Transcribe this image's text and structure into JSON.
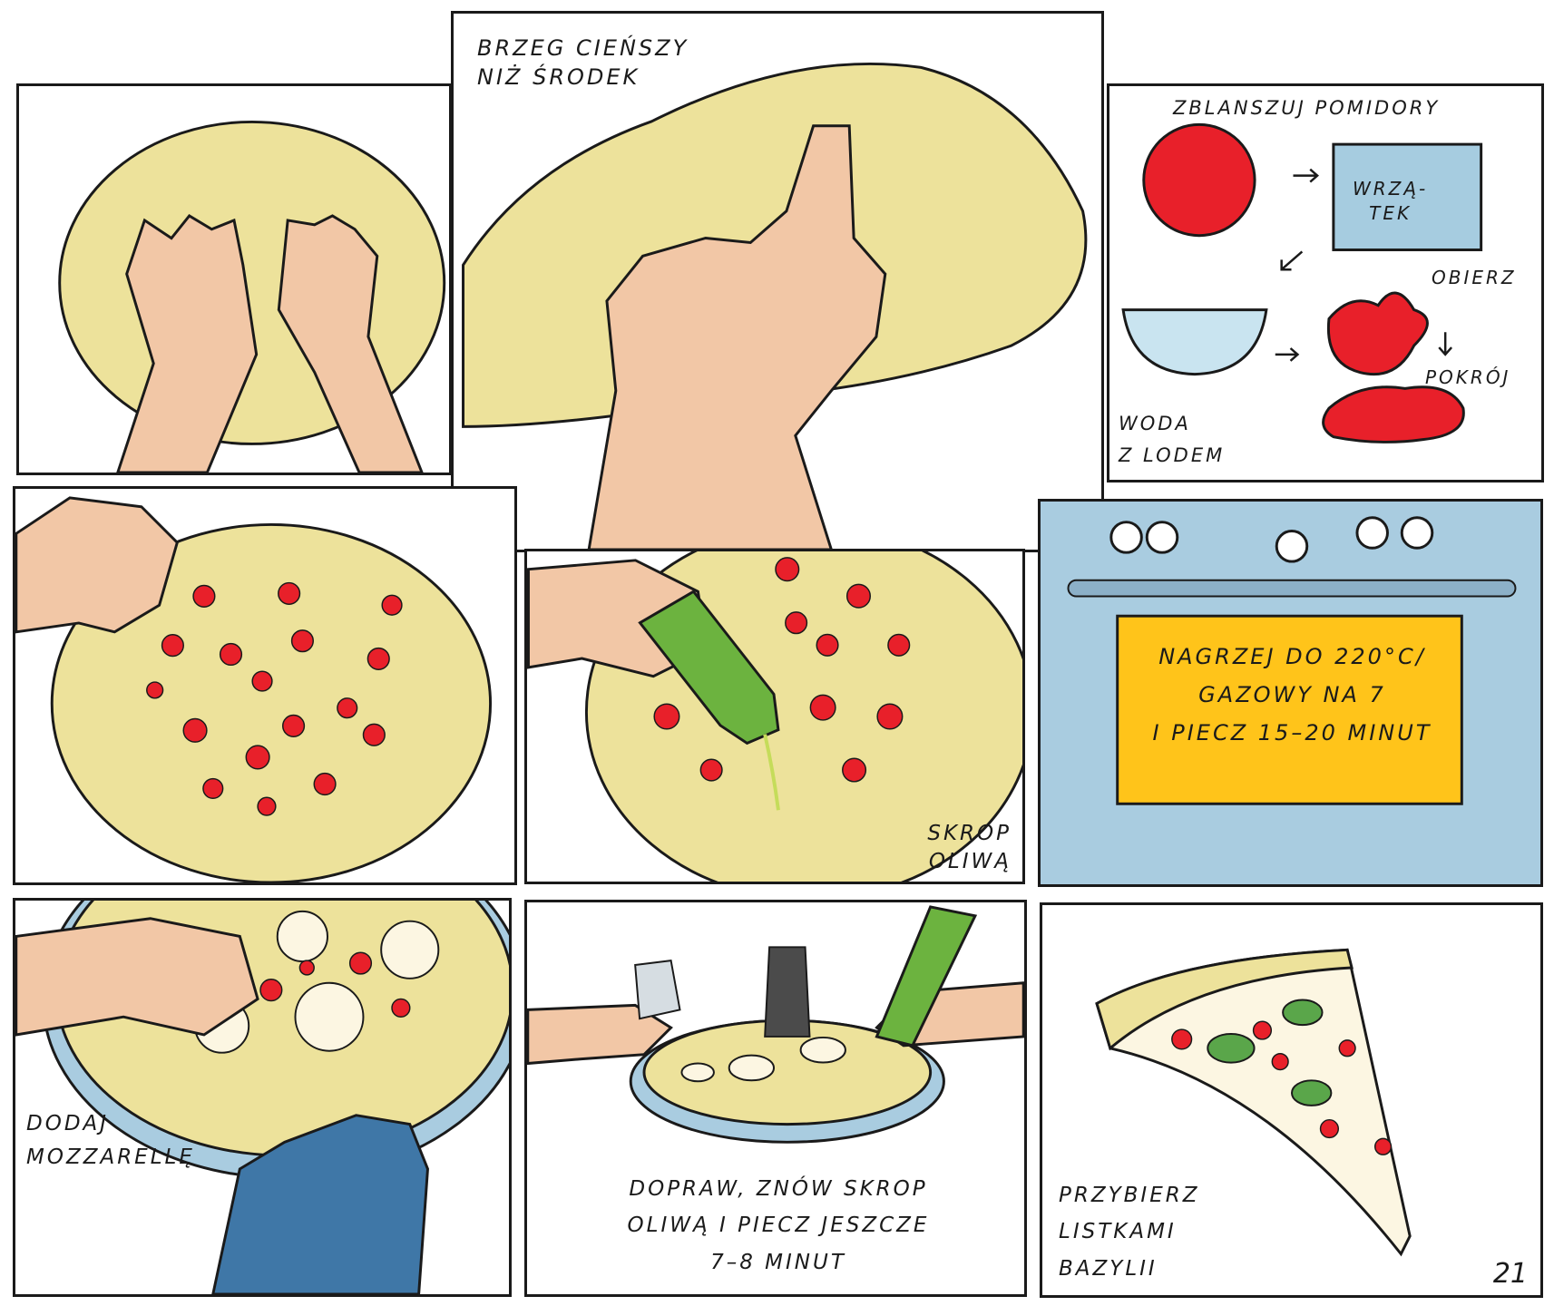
{
  "colors": {
    "dough": "#EDE29B",
    "skin": "#F2C7A6",
    "tomato": "#E8202A",
    "oil_bottle": "#6CB33F",
    "oven": "#A9CCE0",
    "oven_display": "#FFC41A",
    "mitt": "#3F77A7",
    "pot": "#A6CCE0",
    "ink": "#1a1a1a"
  },
  "panels": {
    "knead": {},
    "stretch": {
      "caption": [
        "BRZEG CIEŃSZY",
        "NIŻ ŚRODEK"
      ]
    },
    "tomatoes": {
      "title": "ZBLANSZUJ POMIDORY",
      "pot_label": [
        "WRZĄ-",
        "TEK"
      ],
      "peel": "OBIERZ",
      "cut": "POKRÓJ",
      "ice_water": [
        "WODA",
        "Z LODEM"
      ]
    },
    "spread": {},
    "oil": {
      "caption": [
        "SKROP",
        "OLIWĄ"
      ]
    },
    "oven": {
      "display": [
        "NAGRZEJ DO 220°C/",
        "GAZOWY NA 7",
        "I PIECZ 15–20 MINUT"
      ]
    },
    "mozzarella": {
      "caption": [
        "DODAJ",
        "MOZZARELLĘ"
      ]
    },
    "season": {
      "caption": [
        "DOPRAW, ZNÓW SKROP",
        "OLIWĄ I PIECZ JESZCZE",
        "7–8 MINUT"
      ]
    },
    "basil": {
      "caption": [
        "PRZYBIERZ",
        "LISTKAMI",
        "BAZYLII"
      ]
    }
  },
  "page_number": "21"
}
